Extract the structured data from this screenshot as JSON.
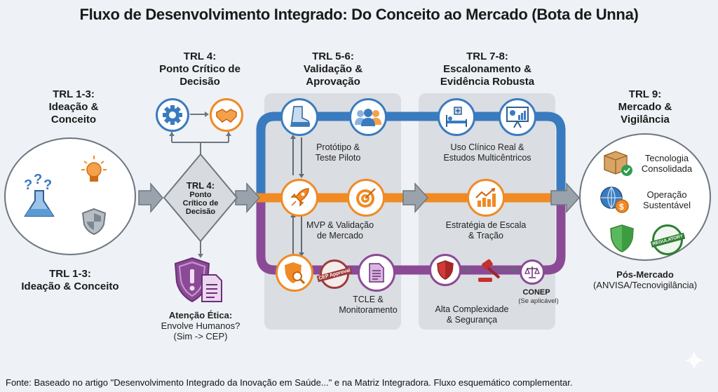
{
  "title": "Fluxo de Desenvolvimento Integrado: Do Conceito ao Mercado (Bota de Unna)",
  "colors": {
    "blue": "#3a7bbf",
    "orange": "#f08a24",
    "purple": "#8b4a96",
    "gray_arrow": "#9aa3ab",
    "panel": "#dadde2",
    "background": "#eef1f5"
  },
  "stages": {
    "trl13": {
      "header_line1": "TRL 1-3:",
      "header_line2": "Ideação &",
      "header_line3": "Conceito",
      "footer_line1": "TRL 1-3:",
      "footer_line2": "Ideação & Conceito",
      "icons": [
        "flask-question-icon",
        "lightbulb-icon",
        "shield-icon"
      ]
    },
    "trl4": {
      "header_line1": "TRL 4:",
      "header_line2": "Ponto Crítico de",
      "header_line3": "Decisão",
      "diamond_line1": "TRL 4:",
      "diamond_line2": "Ponto",
      "diamond_line3": "Crítico de",
      "diamond_line4": "Decisão",
      "icons": [
        "gear-icon",
        "handshake-icon"
      ],
      "ethics_title": "Atenção Ética:",
      "ethics_line2": "Envolve Humanos?",
      "ethics_line3": "(Sim -> CEP)"
    },
    "trl56": {
      "header_line1": "TRL 5-6:",
      "header_line2": "Validação &",
      "header_line3": "Aprovação",
      "blue_label_1": "Protótipo &",
      "blue_label_2": "Teste Piloto",
      "orange_label_1": "MVP & Validação",
      "orange_label_2": "de Mercado",
      "purple_label_1": "TCLE &",
      "purple_label_2": "Monitoramento",
      "stamp": "CEP Approval"
    },
    "trl78": {
      "header_line1": "TRL 7-8:",
      "header_line2": "Escalonamento &",
      "header_line3": "Evidência Robusta",
      "blue_label_1": "Uso Clínico Real &",
      "blue_label_2": "Estudos Multicêntricos",
      "orange_label_1": "Estratégia de Escala",
      "orange_label_2": "& Tração",
      "purple_label_1": "Alta Complexidade",
      "purple_label_2": "& Segurança",
      "conep": "CONEP",
      "conep_note": "(Se aplicável)"
    },
    "trl9": {
      "header_line1": "TRL 9:",
      "header_line2": "Mercado &",
      "header_line3": "Vigilância",
      "item1_line1": "Tecnologia",
      "item1_line2": "Consolidada",
      "item2_line1": "Operação",
      "item2_line2": "Sustentável",
      "regulatory": "REGULATORY",
      "post_title": "Pós-Mercado",
      "post_note": "(ANVISA/Tecnovigilância)"
    }
  },
  "footer": "Fonte: Baseado no artigo \"Desenvolvimento Integrado da Inovação em Saúde...\" e na Matriz Integradora. Fluxo esquemático complementar."
}
